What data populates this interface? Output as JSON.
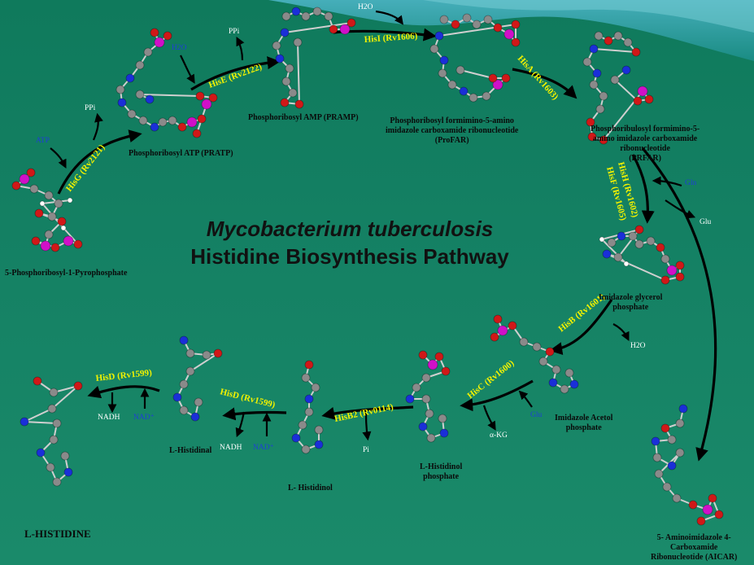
{
  "title": {
    "line1": "Mycobacterium tuberculosis",
    "line2": "Histidine Biosynthesis Pathway"
  },
  "compounds": {
    "prpp": "5-Phosphoribosyl-1-Pyrophosphate",
    "pratp": "Phosphoribosyl ATP (PRATP)",
    "pramp": "Phosphoribosyl AMP (PRAMP)",
    "profar_l1": "Phosphoribosyl formimino-5-amino",
    "profar_l2": "imidazole carboxamide ribonucleotide",
    "profar_l3": "(ProFAR)",
    "prfar_l1": "Phosphoribulosyl formimino-5-",
    "prfar_l2": "amino imidazole carboxamide",
    "prfar_l3": "ribonucleotide",
    "prfar_l4": "(PRFAR)",
    "igp_l1": "Imidazole glycerol",
    "igp_l2": "phosphate",
    "iap_l1": "Imidazole Acetol",
    "iap_l2": "phosphate",
    "hp_l1": "L-Histidinol",
    "hp_l2": "phosphate",
    "histidinol": "L- Histidinol",
    "histidinal": "L-Histidinal",
    "histidine": "L-HISTIDINE",
    "aicar_l1": "5- Aminoimidazole 4-",
    "aicar_l2": "Carboxamide",
    "aicar_l3": "Ribonucleotide (AICAR)"
  },
  "enzymes": {
    "hisg": "HisG (Rv2121)",
    "hise": "HisE (Rv2122)",
    "hisi": "HisI (Rv1606)",
    "hisa": "HisA (Rv1603)",
    "hish": "HisH (Rv1602)",
    "hisf": "HisF (Rv1605)",
    "hisb": "HisB (Rv1601)",
    "hisc": "HisC (Rv1600)",
    "hisb2": "HisB2 (Rv0114)",
    "hisd1": "HisD (Rv1599)",
    "hisd2": "HisD (Rv1599)"
  },
  "cofactors": {
    "atp": "ATP",
    "ppi1": "PPi",
    "h2o1": "H2O",
    "ppi2": "PPi",
    "h2o2": "H2O",
    "gln": "Gln",
    "glu1": "Glu",
    "h2o3": "H2O",
    "glu2": "Glu",
    "akg": "α-KG",
    "pi": "Pi",
    "nadh1": "NADH",
    "nad1": "NAD⁺",
    "nadh2": "NADH",
    "nad2": "NAD⁺"
  },
  "colors": {
    "background": "#148063",
    "enzyme_text": "#f2f200",
    "arrow": "#000000",
    "carbon": "#8a8a8a",
    "oxygen": "#d01818",
    "nitrogen": "#1a2fd8",
    "phosphorus": "#d010c8",
    "hydrogen": "#ffffff",
    "input_cofactor": "#1f3fd6",
    "output_cofactor": "#ffffff"
  }
}
